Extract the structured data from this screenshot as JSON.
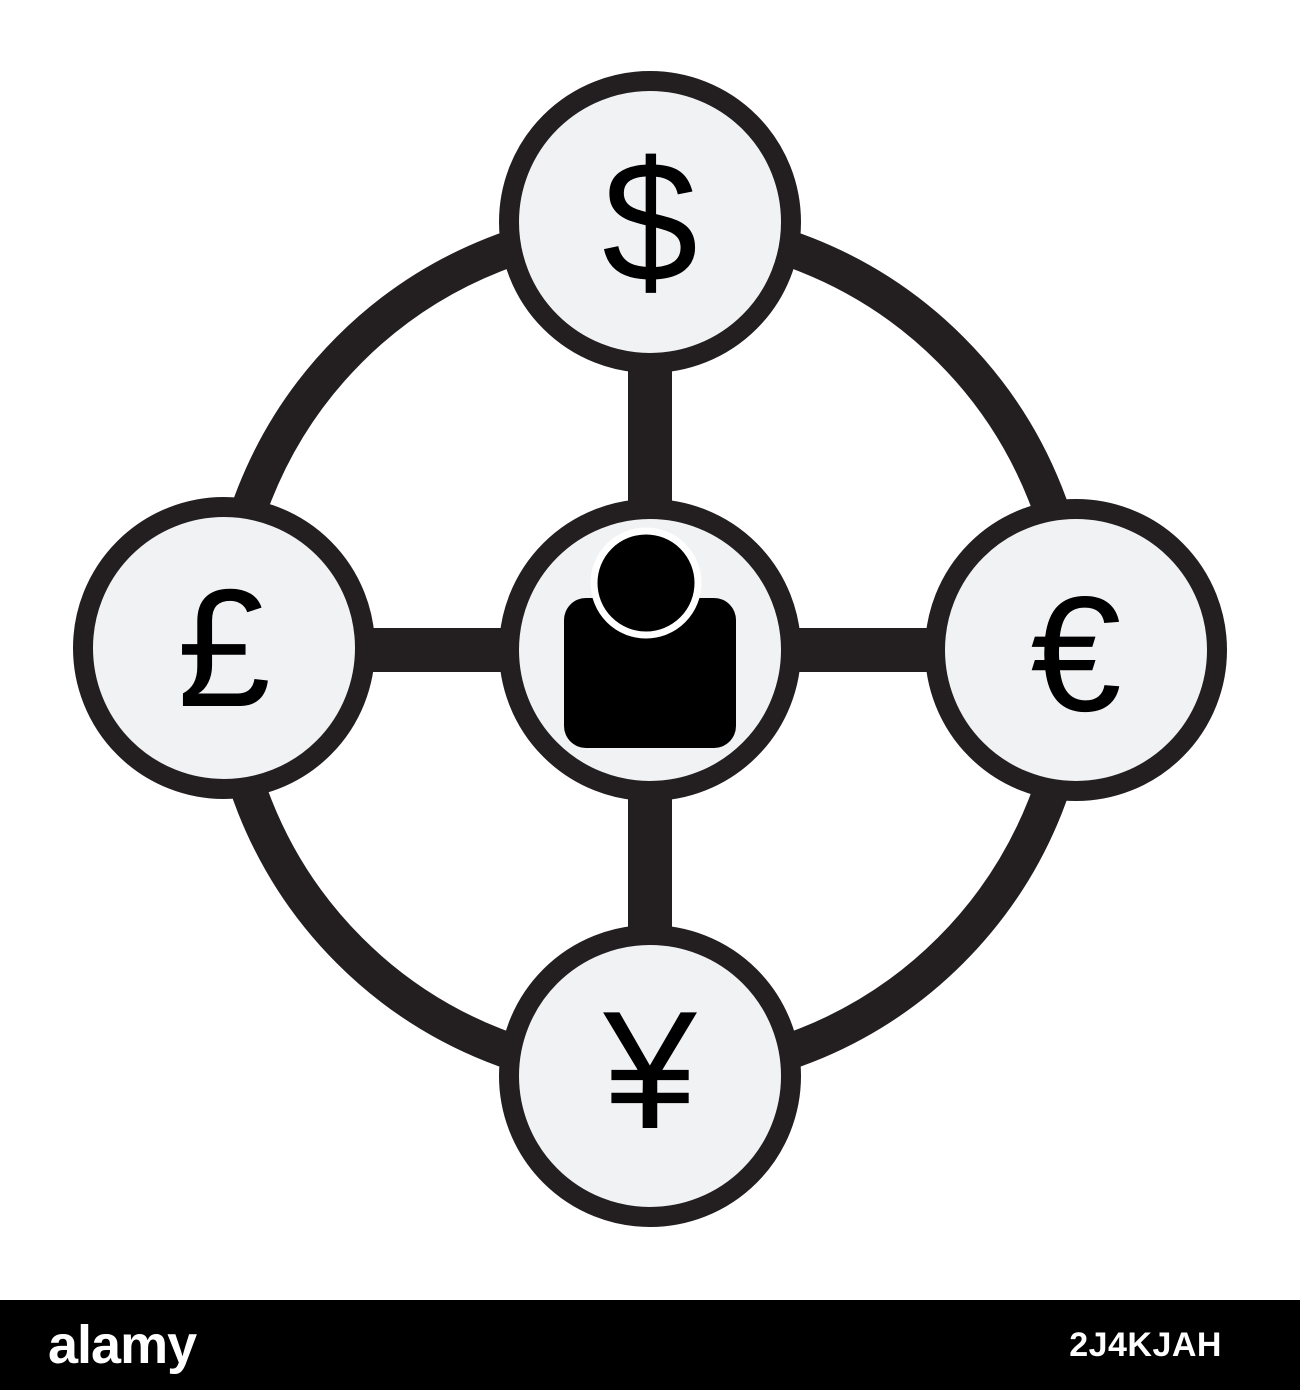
{
  "diagram": {
    "center": {
      "icon": "person-icon"
    },
    "nodes": [
      {
        "id": "top",
        "symbol": "$",
        "icon": "dollar-icon"
      },
      {
        "id": "right",
        "symbol": "€",
        "icon": "euro-icon"
      },
      {
        "id": "bottom",
        "symbol": "¥",
        "icon": "yen-icon"
      },
      {
        "id": "left",
        "symbol": "£",
        "icon": "pound-icon"
      }
    ]
  },
  "footer": {
    "brand": "alamy",
    "image_id": "2J4KJAH"
  },
  "colors": {
    "stroke": "#231f20",
    "node_fill": "#f1f2f4",
    "icon": "#000000",
    "footer_bg": "#000000",
    "footer_text": "#ffffff"
  }
}
